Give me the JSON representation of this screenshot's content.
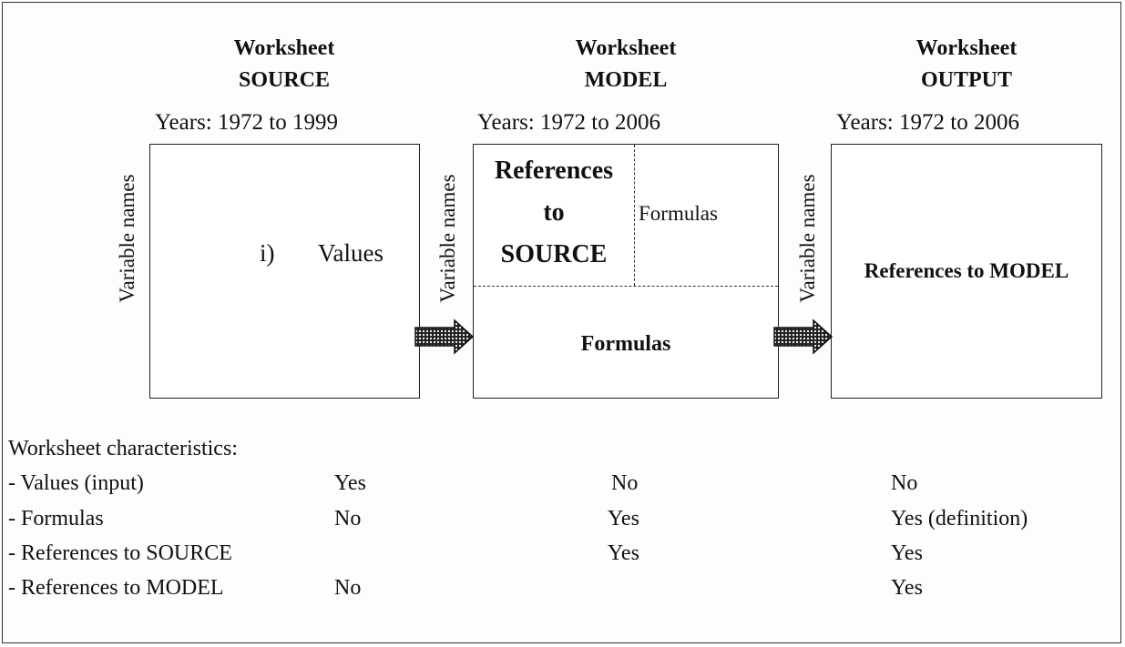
{
  "columns": [
    {
      "title": "Worksheet",
      "name": "SOURCE",
      "years": "Years: 1972 to 1999"
    },
    {
      "title": "Worksheet",
      "name": "MODEL",
      "years": "Years: 1972 to 2006"
    },
    {
      "title": "Worksheet",
      "name": "OUTPUT",
      "years": "Years: 1972 to 2006"
    }
  ],
  "variable_label": "Variable names",
  "source_box": {
    "marker": "i)",
    "content": "Values"
  },
  "model_box": {
    "references_lines": [
      "References",
      "to",
      "SOURCE"
    ],
    "formulas_top": "Formulas",
    "formulas_bottom": "Formulas"
  },
  "output_box": {
    "content": "References to MODEL"
  },
  "characteristics": {
    "heading": "Worksheet characteristics:",
    "rows": [
      {
        "label": "- Values (input)",
        "source": "Yes",
        "model": "No",
        "output": "No"
      },
      {
        "label": "- Formulas",
        "source": "No",
        "model": "Yes",
        "output": "Yes (definition)"
      },
      {
        "label": "- References to SOURCE",
        "source": "",
        "model": "Yes",
        "output": "Yes"
      },
      {
        "label": "- References to MODEL",
        "source": "No",
        "model": "",
        "output": "Yes"
      }
    ]
  }
}
